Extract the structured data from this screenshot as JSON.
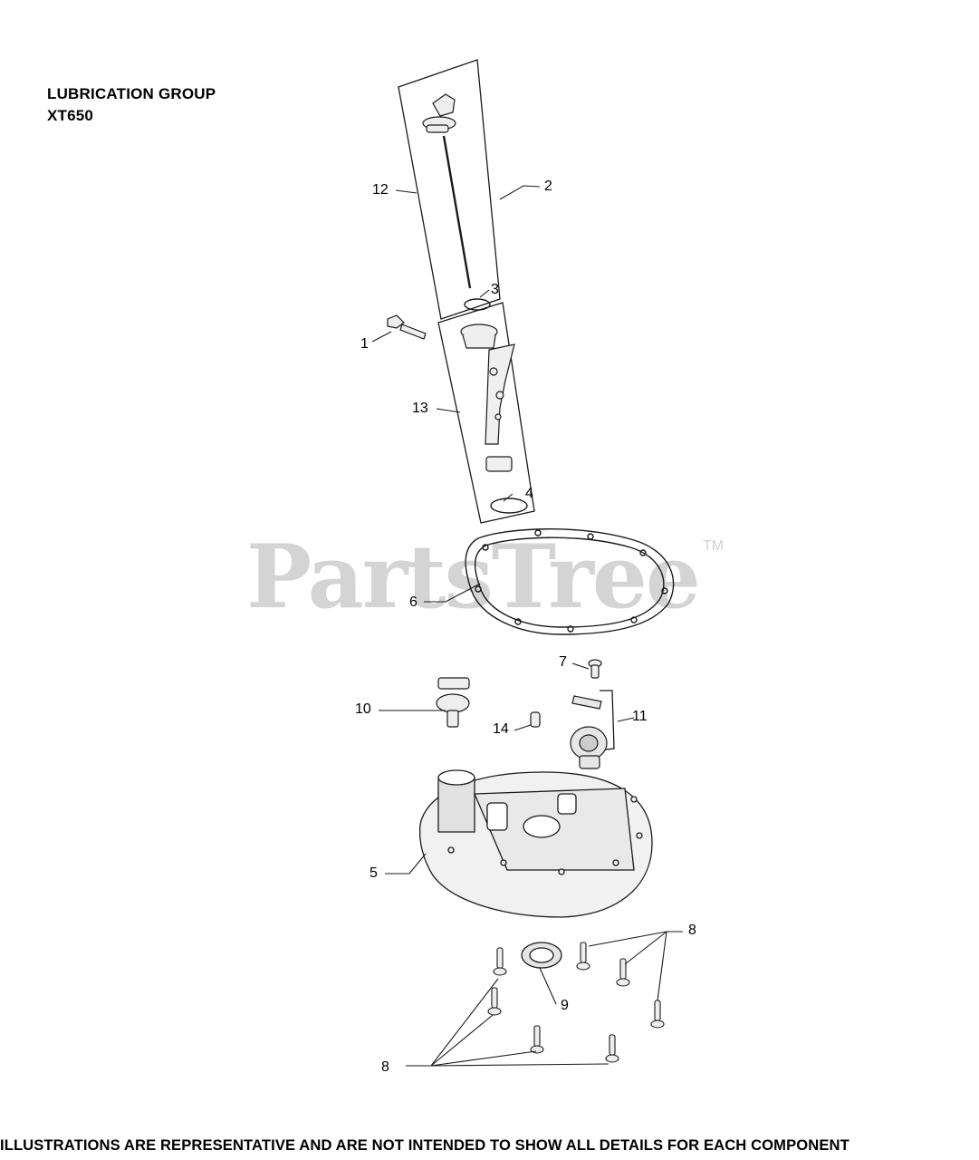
{
  "title": {
    "line1": "LUBRICATION GROUP",
    "line2": "XT650"
  },
  "watermark": {
    "text": "PartsTree",
    "trademark": "TM"
  },
  "footer": "ILLUSTRATIONS ARE REPRESENTATIVE AND ARE NOT INTENDED TO SHOW ALL DETAILS FOR EACH COMPONENT",
  "callouts": {
    "c1": "1",
    "c2": "2",
    "c3": "3",
    "c4": "4",
    "c5": "5",
    "c6": "6",
    "c7": "7",
    "c8a": "8",
    "c8b": "8",
    "c9": "9",
    "c10": "10",
    "c11": "11",
    "c12": "12",
    "c13": "13",
    "c14": "14"
  },
  "colors": {
    "line": "#1a1a1a",
    "watermark": "#d4d4d4",
    "part_shade": "#e8e8e8"
  }
}
